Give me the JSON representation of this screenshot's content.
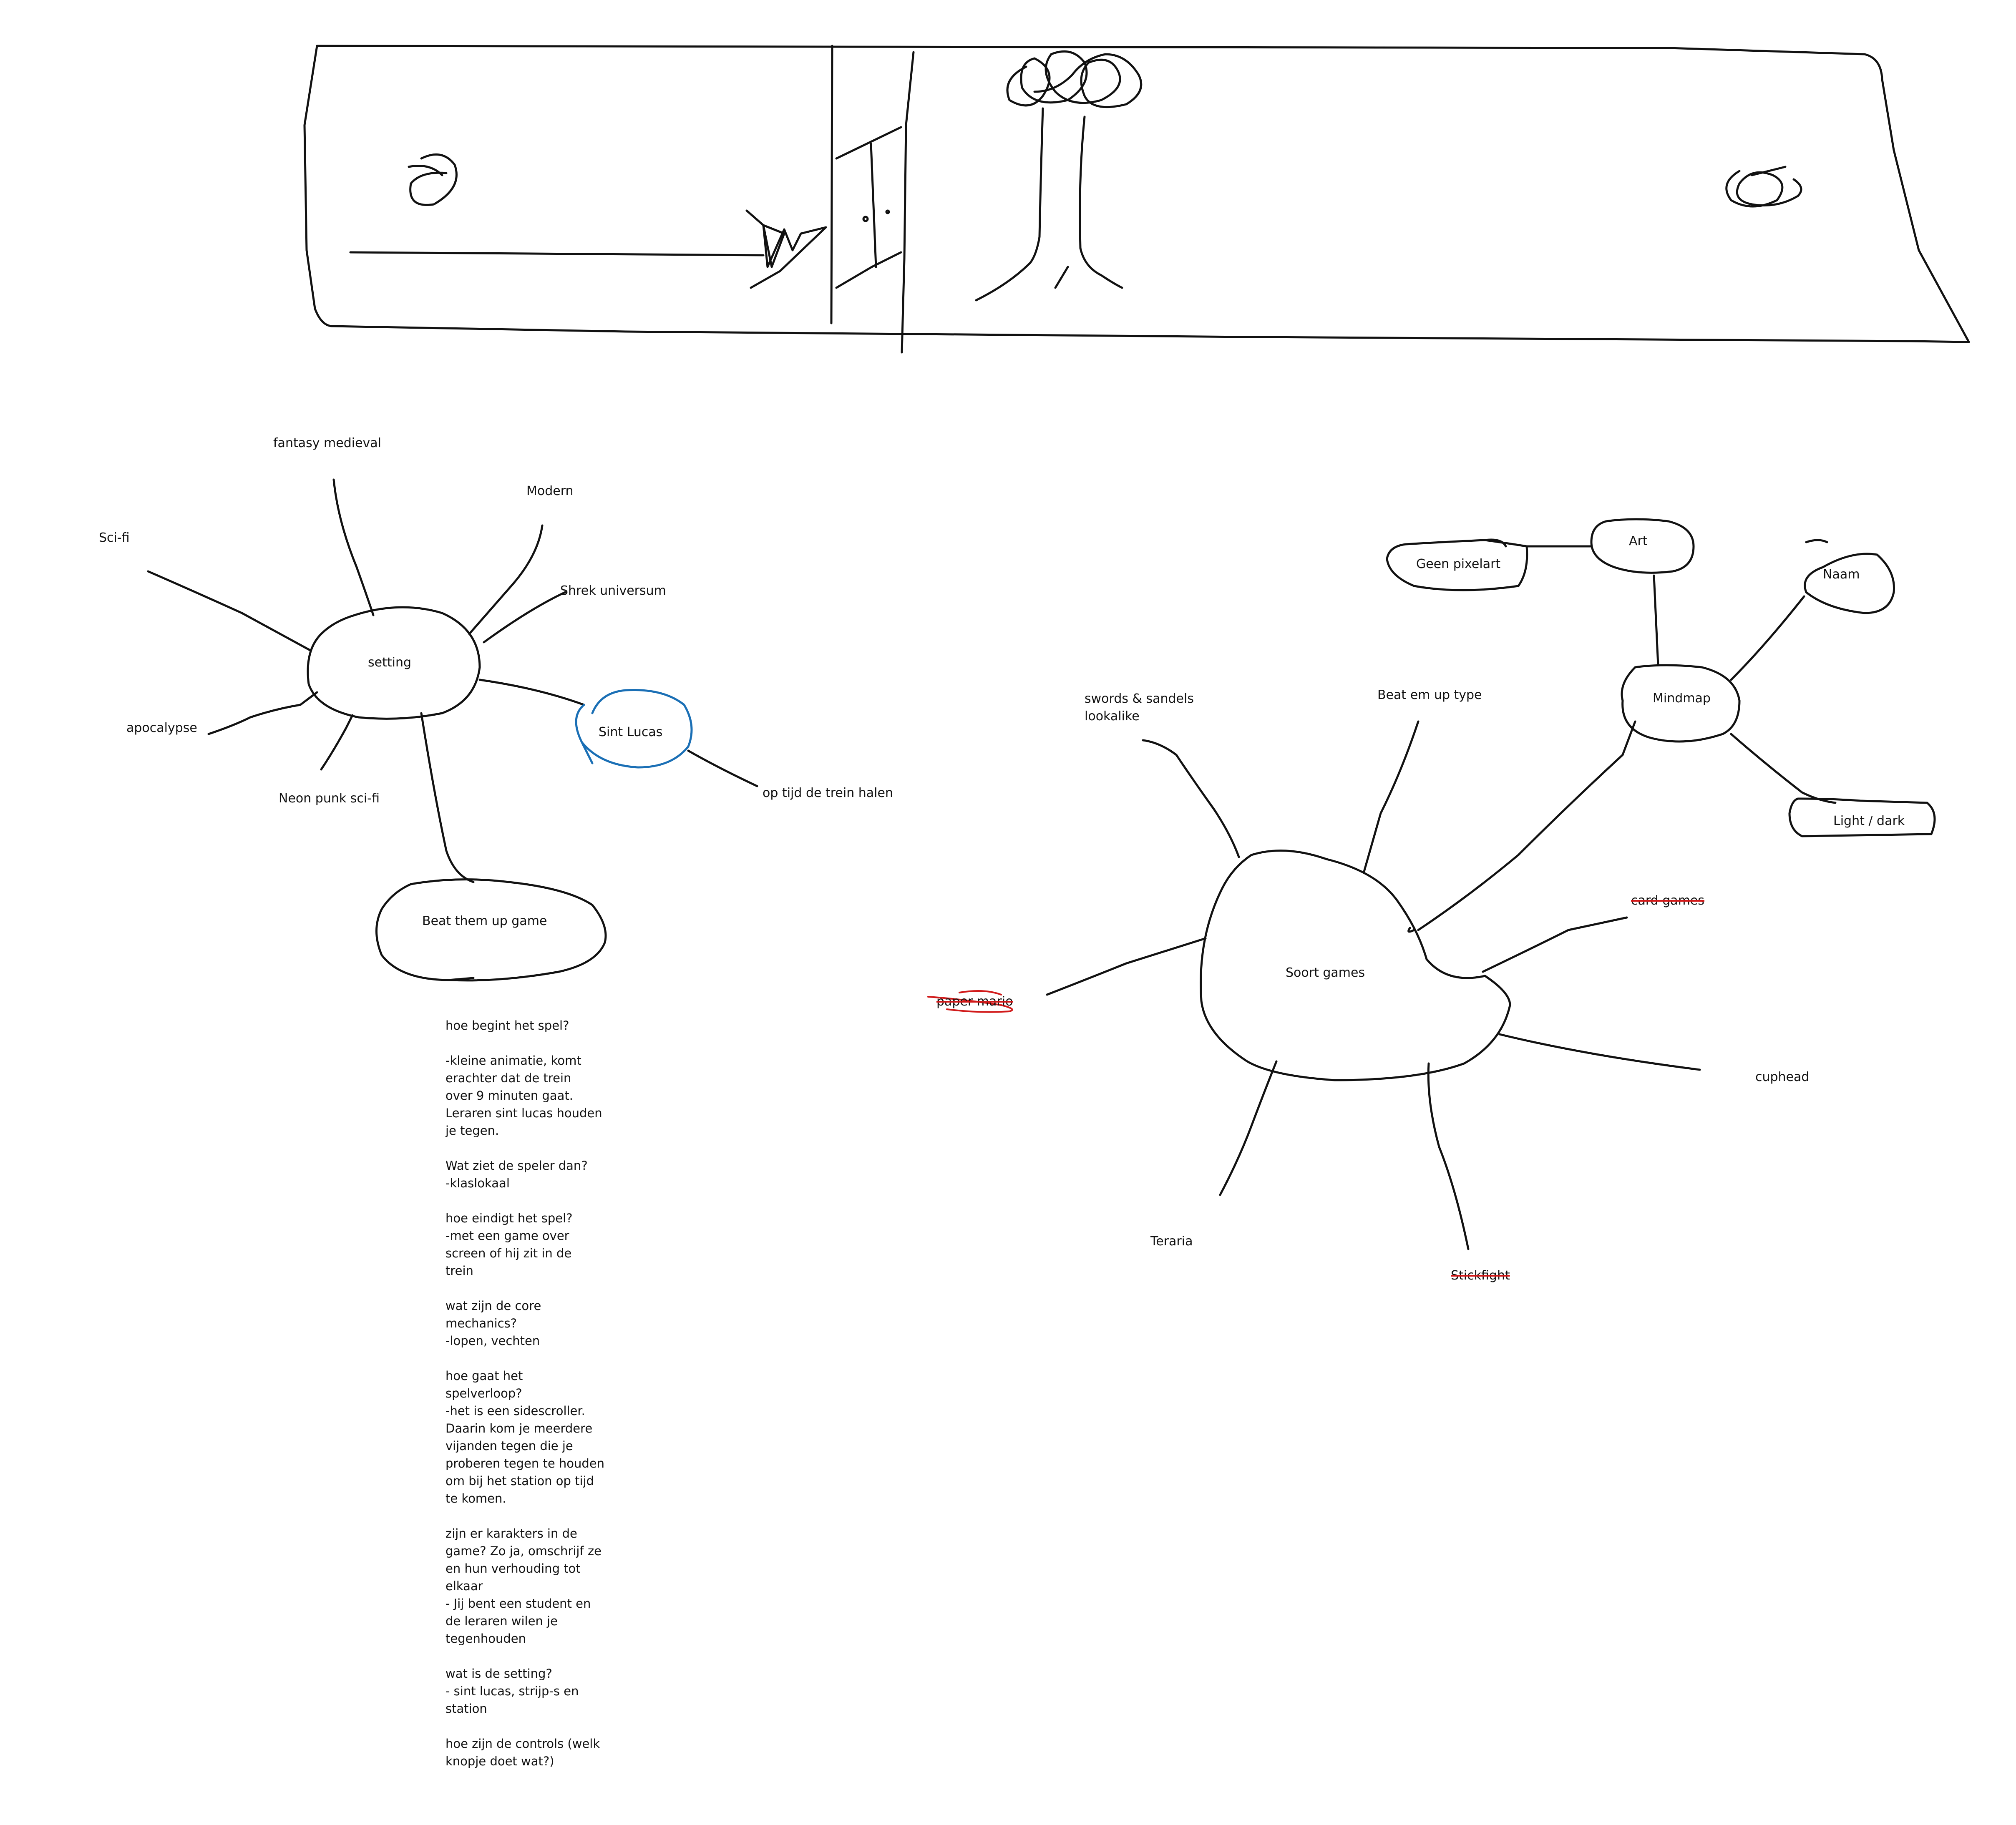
{
  "setting_map": {
    "center": "setting",
    "branches": {
      "fantasy": "fantasy medieval",
      "modern": "Modern",
      "scifi": "Sci-fi",
      "shrek": "Shrek universum",
      "apocalypse": "apocalypse",
      "neon": "Neon punk sci-fi",
      "sint_lucas": "Sint Lucas",
      "trein": "op tijd de trein halen",
      "beat": "Beat them up game"
    }
  },
  "games_map": {
    "center": "Soort games",
    "branches": {
      "swords": "swords & sandels\nlookalike",
      "beat_em": "Beat em up type",
      "card": "card games",
      "paper": "paper mario",
      "cuphead": "cuphead",
      "teraria": "Teraria",
      "stickfight": "Stickfight"
    },
    "mindmap": {
      "center": "Mindmap",
      "art": "Art",
      "pixelart": "Geen pixelart",
      "naam": "Naam",
      "light_dark": "Light / dark"
    }
  },
  "notes": [
    "hoe begint het spel?",
    "-kleine animatie, komt\nerachter dat de trein\nover 9 minuten gaat.\nLeraren sint lucas houden\nje tegen.",
    "Wat ziet de speler dan?\n-klaslokaal",
    "hoe eindigt het spel?\n-met een game over\nscreen of hij zit in de\ntrein",
    "wat zijn de core\nmechanics?\n-lopen, vechten",
    "hoe gaat het\nspelverloop?\n-het is een sidescroller.\nDaarin kom je meerdere\nvijanden tegen die je\nproberen tegen te houden\nom bij het station op tijd\nte komen.",
    "zijn er karakters in de\ngame? Zo ja, omschrijf ze\nen hun verhouding tot\nelkaar\n- Jij bent een student en\nde leraren wilen je\ntegenhouden",
    "wat is de setting?\n- sint lucas, strijp-s en\nstation",
    "hoe zijn de controls (welk\nknopje doet wat?)"
  ]
}
